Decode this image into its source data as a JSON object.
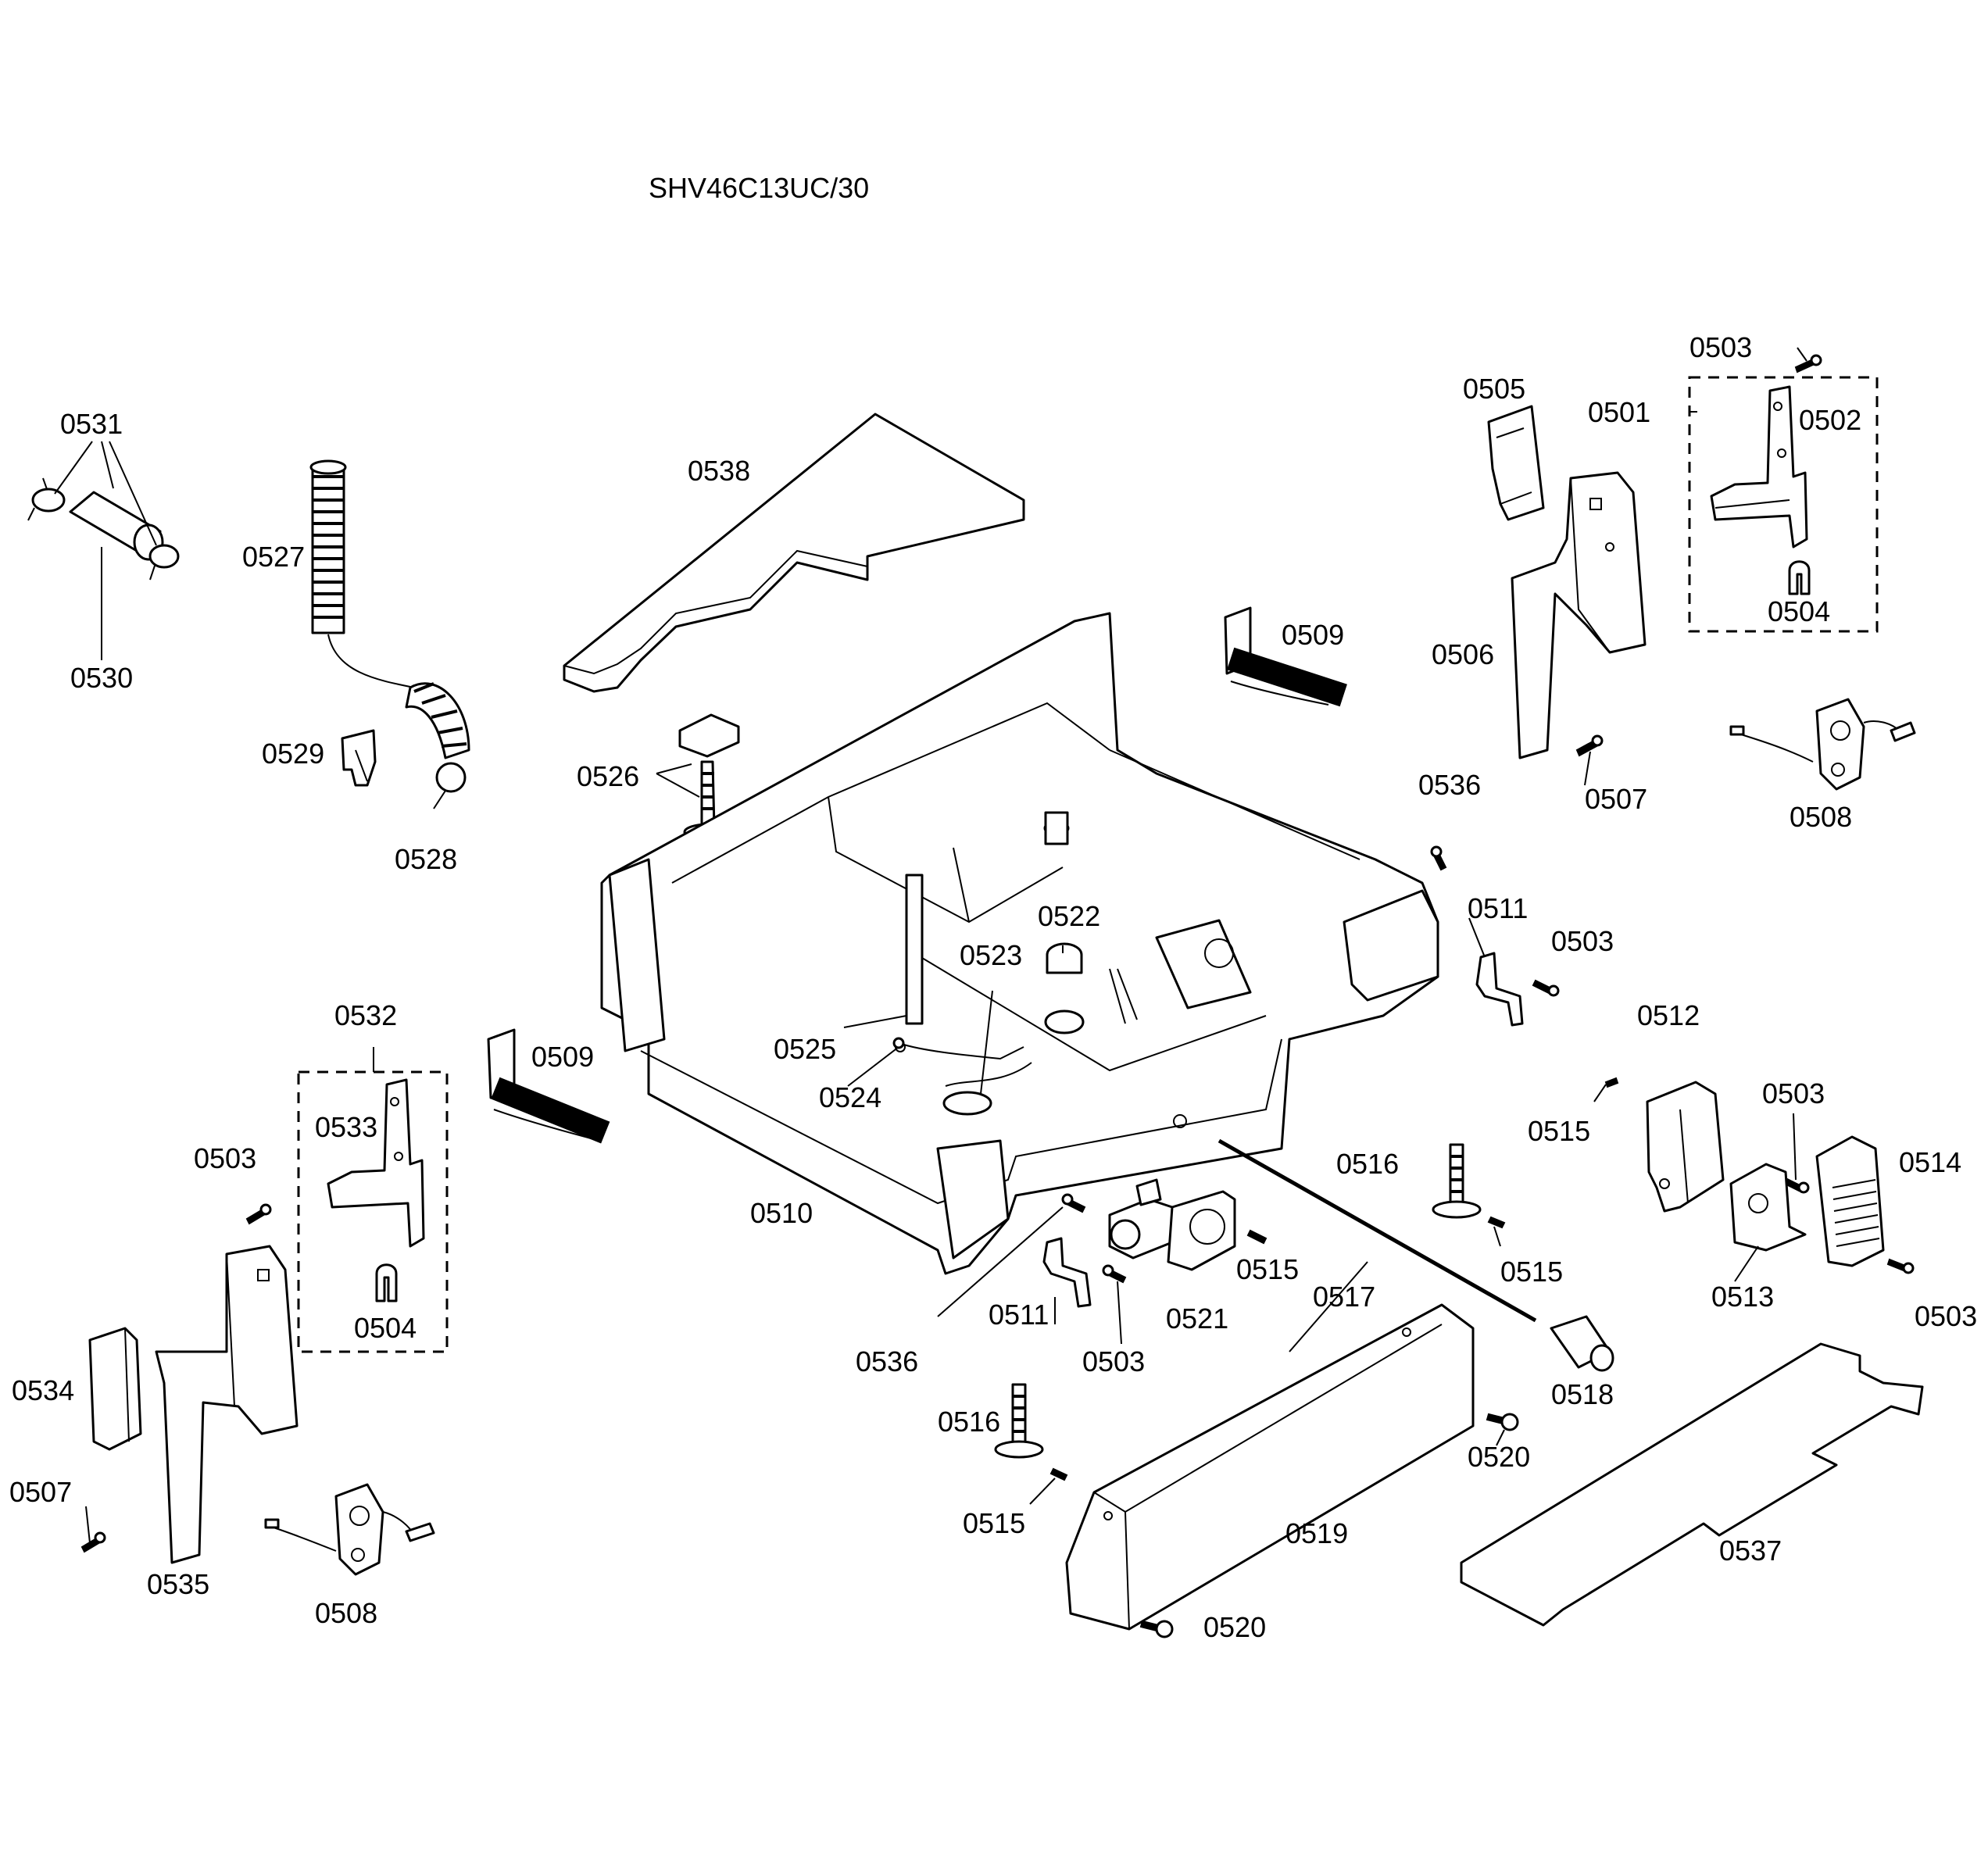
{
  "title": "SHV46C13UC/30",
  "labels": {
    "l0503a": "0503",
    "l0501": "0501",
    "l0502": "0502",
    "l0505": "0505",
    "l0504a": "0504",
    "l0531": "0531",
    "l0530": "0530",
    "l0527": "0527",
    "l0529": "0529",
    "l0528": "0528",
    "l0538": "0538",
    "l0509a": "0509",
    "l0506": "0506",
    "l0507a": "0507",
    "l0508a": "0508",
    "l0526": "0526",
    "l0536a": "0536",
    "l0511a": "0511",
    "l0503b": "0503",
    "l0522": "0522",
    "l0523": "0523",
    "l0532": "0532",
    "l0509b": "0509",
    "l0525": "0525",
    "l0524": "0524",
    "l0512": "0512",
    "l0515a": "0515",
    "l0503c": "0503",
    "l0514": "0514",
    "l0533": "0533",
    "l0503d": "0503",
    "l0516a": "0516",
    "l0510": "0510",
    "l0515b": "0515",
    "l0515c": "0515",
    "l0517": "0517",
    "l0511b": "0511",
    "l0521": "0521",
    "l0513": "0513",
    "l0503e": "0503",
    "l0504b": "0504",
    "l0536b": "0536",
    "l0503f": "0503",
    "l0518": "0518",
    "l0534": "0534",
    "l0516b": "0516",
    "l0520a": "0520",
    "l0507b": "0507",
    "l0519": "0519",
    "l0515d": "0515",
    "l0535": "0535",
    "l0537": "0537",
    "l0508b": "0508",
    "l0520b": "0520"
  }
}
